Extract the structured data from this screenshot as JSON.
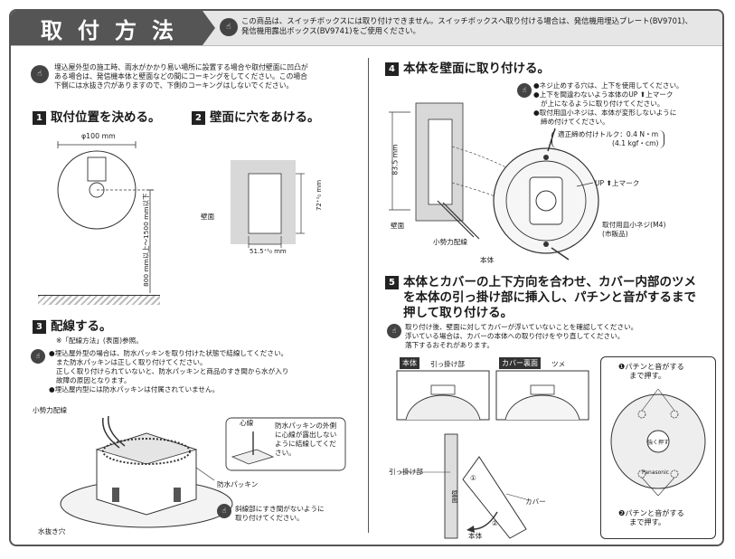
{
  "banner": {
    "title": "取付方法",
    "caution_icon": "warning-hand-icon",
    "note_line1": "この商品は、スイッチボックスには取り付けできません。スイッチボックスへ取り付ける場合は、発信機用埋込プレート(BV9701)、",
    "note_line2": "発信機用露出ボックス(BV9741)をご使用ください。"
  },
  "intro": {
    "line1": "埋込屋外型の施工時、雨水がかかり易い場所に設置する場合や取付壁面に凹凸が",
    "line2": "ある場合は、発信機本体と壁面などの間にコーキングをしてください。この場合",
    "line3": "下側には水抜き穴がありますので、下側のコーキングはしないでください。"
  },
  "step1": {
    "num": "1",
    "title": "取付位置を決める。",
    "diameter": "φ100 mm",
    "height": "800 mm以上～1500 mm以下"
  },
  "step2": {
    "num": "2",
    "title": "壁面に穴をあける。",
    "wall": "壁面",
    "height": "72⁺¹₀ mm",
    "width": "51.5⁺¹₀ mm"
  },
  "step3": {
    "num": "3",
    "title": "配線する。",
    "ref": "※「配線方法」(表面)参照。",
    "b1": "●埋込屋外型の場合は、防水パッキンを取り付けた状態で結線してください。",
    "b1b": "また防水パッキンは正しく取り付けてください。",
    "b1c": "正しく取り付けられていないと、防水パッキンと商品のすき間から水が入り",
    "b1d": "故障の原因となります。",
    "b2": "●埋込屋内型には防水パッキンは付属されていません。",
    "low_power": "小勢力配線",
    "core": "心線",
    "callout1": "防水パッキンの外側",
    "callout2": "に心線が露出しない",
    "callout3": "ように結線してくだ",
    "callout4": "さい。",
    "packing": "防水パッキン",
    "drain": "水抜き穴",
    "caution1": "斜線部にすき間がないように",
    "caution2": "取り付けてください。"
  },
  "step4": {
    "num": "4",
    "title": "本体を壁面に取り付ける。",
    "n1": "●ネジ止めする穴は、上下を使用してください。",
    "n2": "●上下を間違わないよう本体のUP ⬆上マーク",
    "n2b": "が上になるように取り付けてください。",
    "n3": "●取付用皿小ネジは、本体が変形しないように",
    "n3b": "締め付けてください。",
    "torque1": "適正締め付けトルク：0.4 N・m",
    "torque2": "(4.1 kgf・cm)",
    "height": "83.5 mm",
    "wall": "壁面",
    "up_mark": "UP ⬆上マーク",
    "low_power": "小勢力配線",
    "body": "本体",
    "screw1": "取付用皿小ネジ(M4)",
    "screw2": "(市販品)"
  },
  "step5": {
    "num": "5",
    "title1": "本体とカバーの上下方向を合わせ、カバー内部のツメ",
    "title2": "を本体の引っ掛け部に挿入し、パチンと音がするまで",
    "title3": "押して取り付ける。",
    "c1": "取り付け後、壁面に対してカバーが浮いていないことを確認してください。",
    "c2": "浮いている場合は、カバーの本体への取り付けをやり直してください。",
    "c3": "落下するおそれがあります。",
    "body_tag": "本体",
    "hook": "引っ掛け部",
    "cover_back": "カバー裏面",
    "claw": "ツメ",
    "hook_label": "引っ掛け部",
    "wall": "壁面",
    "cover": "カバー",
    "body": "本体",
    "m1": "①",
    "m2": "②",
    "p1a": "❶パチンと音がする",
    "p1b": "まで押す。",
    "p2a": "❷パチンと音がする",
    "p2b": "まで押す。",
    "press": "強く押す",
    "brand": "Panasonic"
  }
}
